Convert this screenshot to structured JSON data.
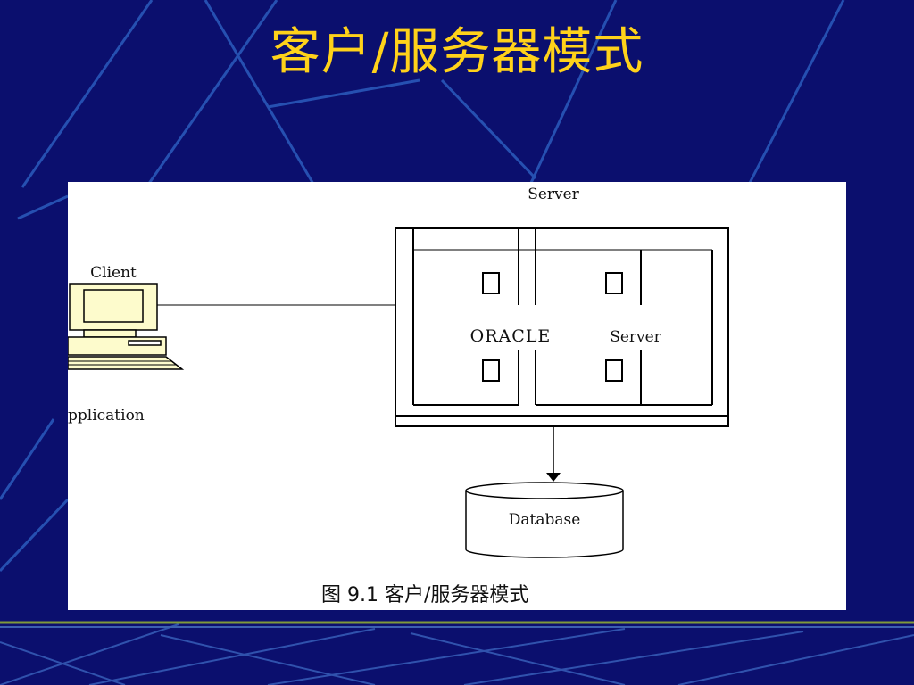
{
  "slide": {
    "title": "客户/服务器模式"
  },
  "diagram": {
    "server_label": "Server",
    "client_label": "Client",
    "client_caption": "pplication",
    "oracle_label": "ORACLE",
    "inner_server_label": "Server",
    "database_label": "Database",
    "figure_caption": "图 9.1 客户/服务器模式"
  },
  "colors": {
    "background": "#0b0f6e",
    "title": "#ffd21a",
    "monitor_screen": "#fdfbcc"
  }
}
